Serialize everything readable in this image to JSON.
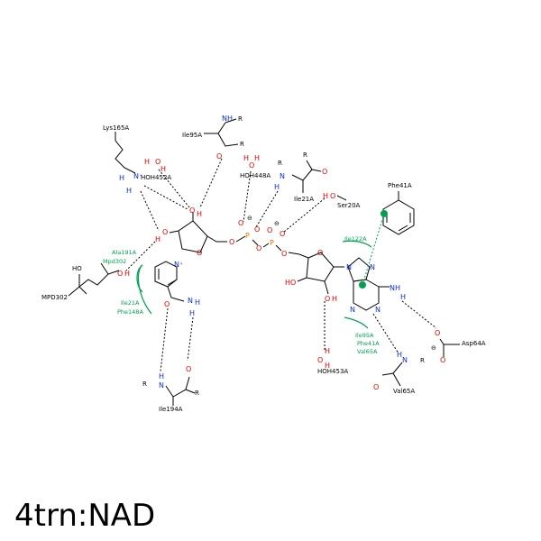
{
  "title": "4trn:NAD",
  "colors": {
    "oxygen": "#e00000",
    "nitrogen": "#1030c0",
    "phosphorus": "#e07000",
    "hydrophobic": "#00a050"
  },
  "residue_labels": {
    "lys165a": "Lys165A",
    "ile95a_top": "Ile95A",
    "hoh452a": "HOH452A",
    "hoh448a": "HOH448A",
    "ile21a_top": "Ile21A",
    "ser20a": "Ser20A",
    "phe41a_top": "Phe41A",
    "asp64a": "Asp64A",
    "val65a": "Val65A",
    "hoh453a": "HOH453A",
    "ile194a": "Ile194A",
    "mpd302_left": "MPD302"
  },
  "hydrophobic_labels": {
    "ala191a": "Ala191A",
    "mpd302": "Mpd302",
    "ile21a": "Ile21A",
    "phe148a": "Phe148A",
    "ile122a": "Ile122A",
    "ile95a": "Ile95A",
    "phe41a": "Phe41A",
    "val65a": "Val65A"
  },
  "atoms": {
    "O": "O",
    "N": "N",
    "H": "H",
    "P": "P",
    "R": "R",
    "NH": "NH",
    "OH": "OH",
    "HO": "HO",
    "H2N": "NH",
    "Nplus": "N⁺",
    "minus": "⊖"
  }
}
